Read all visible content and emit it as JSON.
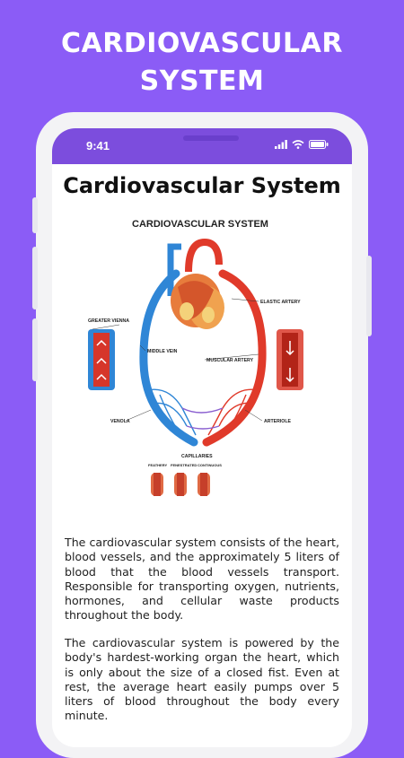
{
  "promo": {
    "line1": "CARDIOVASCULAR",
    "line2": "SYSTEM"
  },
  "status": {
    "time": "9:41"
  },
  "page": {
    "title": "Cardiovascular System"
  },
  "diagram": {
    "title": "CARDIOVASCULAR SYSTEM",
    "labels": {
      "elastic_artery": "ELASTIC ARTERY",
      "greater_vienna": "GREATER VIENNA",
      "middle_vein": "MIDDLE VEIN",
      "muscular_artery": "MUSCULAR ARTERY",
      "venola": "VENOLA",
      "arteriole": "ARTERIOLE",
      "capillaries": "CAPILLARIES",
      "feathery": "FEATHERY",
      "fenestrated": "FENESTRATED",
      "continuous": "CONTINUOUS"
    },
    "colors": {
      "artery": "#e03a2a",
      "vein": "#2f86d6",
      "heart": "#e77c3c"
    }
  },
  "content": {
    "para1": "The cardiovascular system consists of the heart, blood vessels, and the approximately 5 liters of blood that the blood vessels transport. Responsible for transporting oxygen, nutrients, hormones, and cellular waste products throughout the body.",
    "para2": "The cardiovascular system is powered by the body's hardest-working organ the heart, which is only about the size of a closed fist. Even at rest, the average heart easily pumps over 5 liters of blood throughout the body every minute."
  }
}
